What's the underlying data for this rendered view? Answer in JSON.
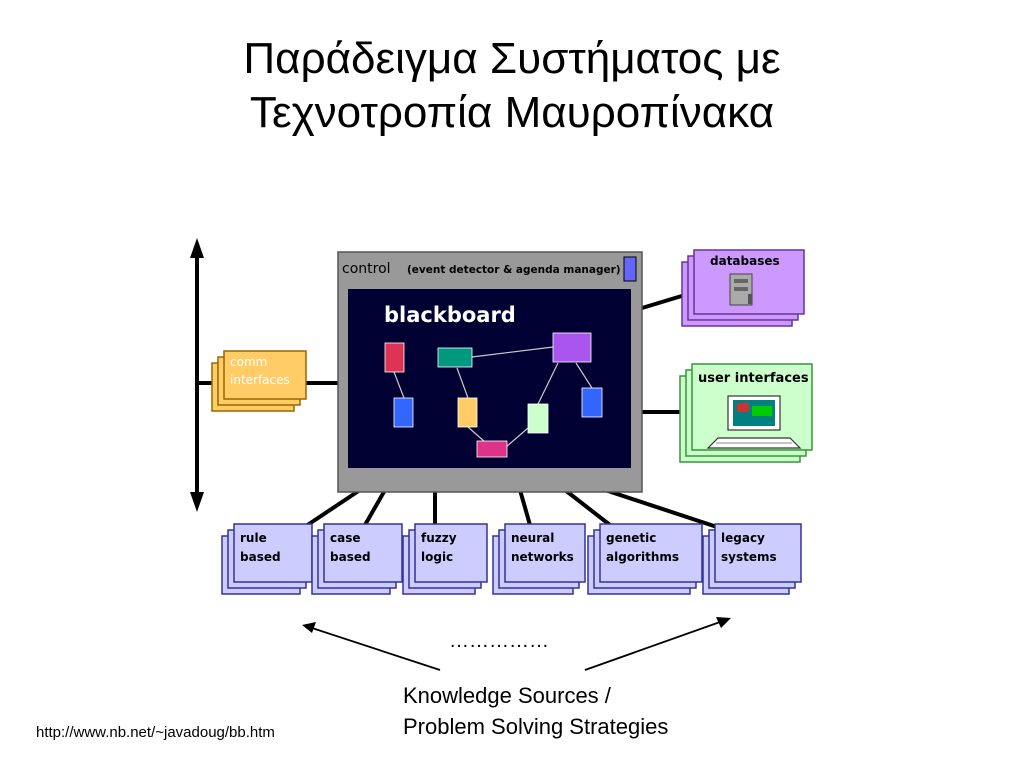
{
  "slide": {
    "title_line1": "Παράδειγμα Συστήματος με",
    "title_line2": "Τεχνοτροπία Μαυροπίνακα",
    "url": "http://www.nb.net/~javadoug/bb.htm",
    "dots": "……………",
    "caption_line1": "Knowledge Sources /",
    "caption_line2": "Problem Solving Strategies"
  },
  "diagram": {
    "control_label": "control",
    "control_subtitle": "(event detector & agenda manager)",
    "blackboard_label": "blackboard",
    "comm_line1": "comm",
    "comm_line2": "interfaces",
    "databases_label": "databases",
    "ui_label": "user interfaces",
    "ks": [
      {
        "line1": "rule",
        "line2": "based"
      },
      {
        "line1": "case",
        "line2": "based"
      },
      {
        "line1": "fuzzy",
        "line2": "logic"
      },
      {
        "line1": "neural",
        "line2": "networks"
      },
      {
        "line1": "genetic",
        "line2": "algorithms"
      },
      {
        "line1": "legacy",
        "line2": "systems"
      }
    ]
  },
  "colors": {
    "ks_fill": "#ccccff",
    "ks_border": "#333399",
    "db_fill": "#cc99ff",
    "ui_fill": "#ccffcc",
    "comm_fill": "#ffcc66",
    "control_fill": "#999999",
    "blackboard_fill": "#000033"
  }
}
